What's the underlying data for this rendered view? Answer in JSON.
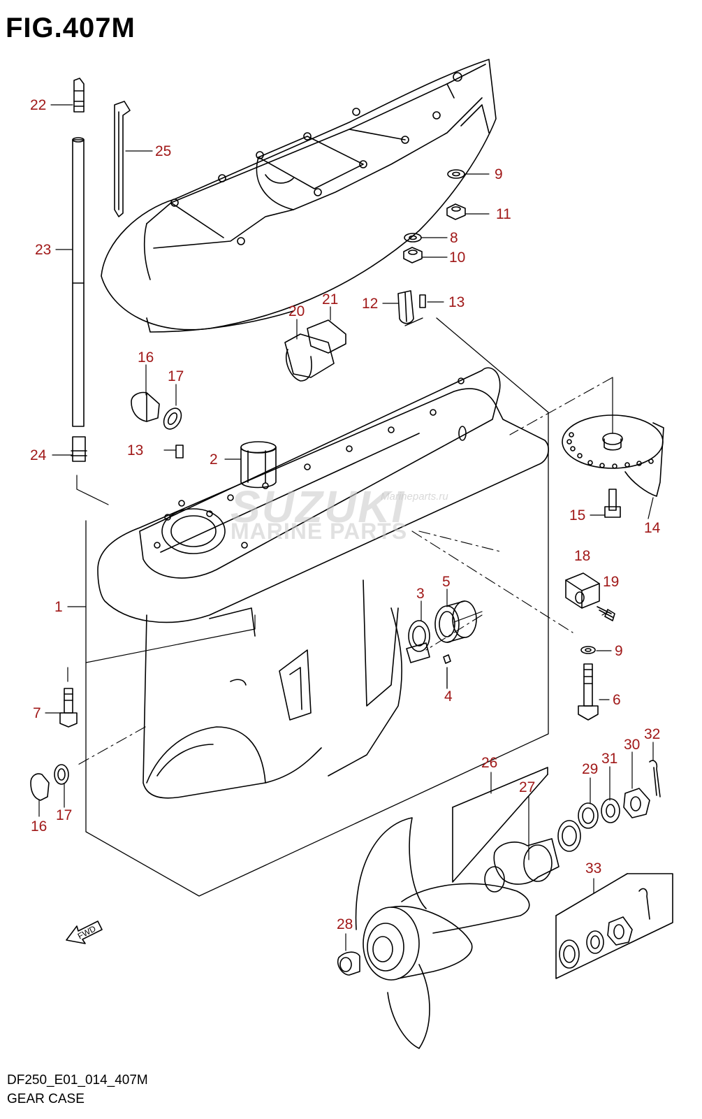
{
  "figure": {
    "title": "FIG.407M",
    "code": "DF250_E01_014_407M",
    "name": "GEAR CASE"
  },
  "watermark": {
    "brand": "SUZUKI",
    "line": "MARINE PARTS",
    "tag": "Marineparts.ru"
  },
  "fwd_label": "FWD",
  "callouts": [
    {
      "id": "c22",
      "label": "22"
    },
    {
      "id": "c25",
      "label": "25"
    },
    {
      "id": "c9a",
      "label": "9"
    },
    {
      "id": "c11",
      "label": "11"
    },
    {
      "id": "c8",
      "label": "8"
    },
    {
      "id": "c10",
      "label": "10"
    },
    {
      "id": "c23",
      "label": "23"
    },
    {
      "id": "c12",
      "label": "12"
    },
    {
      "id": "c13a",
      "label": "13"
    },
    {
      "id": "c21",
      "label": "21"
    },
    {
      "id": "c20",
      "label": "20"
    },
    {
      "id": "c16a",
      "label": "16"
    },
    {
      "id": "c17a",
      "label": "17"
    },
    {
      "id": "c13b",
      "label": "13"
    },
    {
      "id": "c2",
      "label": "2"
    },
    {
      "id": "c24",
      "label": "24"
    },
    {
      "id": "c15",
      "label": "15"
    },
    {
      "id": "c14",
      "label": "14"
    },
    {
      "id": "c18",
      "label": "18"
    },
    {
      "id": "c19",
      "label": "19"
    },
    {
      "id": "c1",
      "label": "1"
    },
    {
      "id": "c3",
      "label": "3"
    },
    {
      "id": "c5",
      "label": "5"
    },
    {
      "id": "c9b",
      "label": "9"
    },
    {
      "id": "c4",
      "label": "4"
    },
    {
      "id": "c6",
      "label": "6"
    },
    {
      "id": "c7",
      "label": "7"
    },
    {
      "id": "c32",
      "label": "32"
    },
    {
      "id": "c30",
      "label": "30"
    },
    {
      "id": "c31",
      "label": "31"
    },
    {
      "id": "c29",
      "label": "29"
    },
    {
      "id": "c26",
      "label": "26"
    },
    {
      "id": "c27",
      "label": "27"
    },
    {
      "id": "c16b",
      "label": "16"
    },
    {
      "id": "c17b",
      "label": "17"
    },
    {
      "id": "c33",
      "label": "33"
    },
    {
      "id": "c28",
      "label": "28"
    }
  ]
}
